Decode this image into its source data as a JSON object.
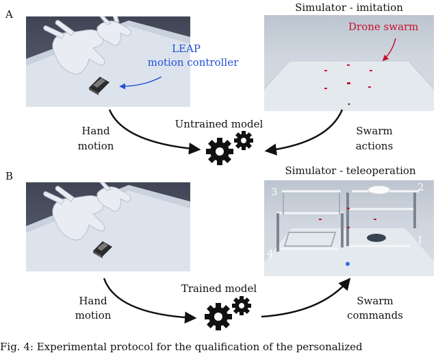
{
  "panels": {
    "a_label": "A",
    "b_label": "B"
  },
  "panel_a": {
    "simulator_title": "Simulator - imitation",
    "drone_swarm_label": "Drone swarm",
    "leap_label_1": "LEAP",
    "leap_label_2": "motion controller",
    "hand_motion_1": "Hand",
    "hand_motion_2": "motion",
    "model_label": "Untrained model",
    "swarm_1": "Swarm",
    "swarm_2": "actions"
  },
  "panel_b": {
    "simulator_title": "Simulator - teleoperation",
    "hand_motion_1": "Hand",
    "hand_motion_2": "motion",
    "model_label": "Trained model",
    "swarm_1": "Swarm",
    "swarm_2": "commands",
    "waypoints": [
      "1",
      "2",
      "3",
      "4"
    ]
  },
  "caption": "Fig. 4: Experimental protocol for the qualification of the personalized",
  "colors": {
    "leap_blue": "#1f4fd6",
    "swarm_red": "#c8102e"
  }
}
